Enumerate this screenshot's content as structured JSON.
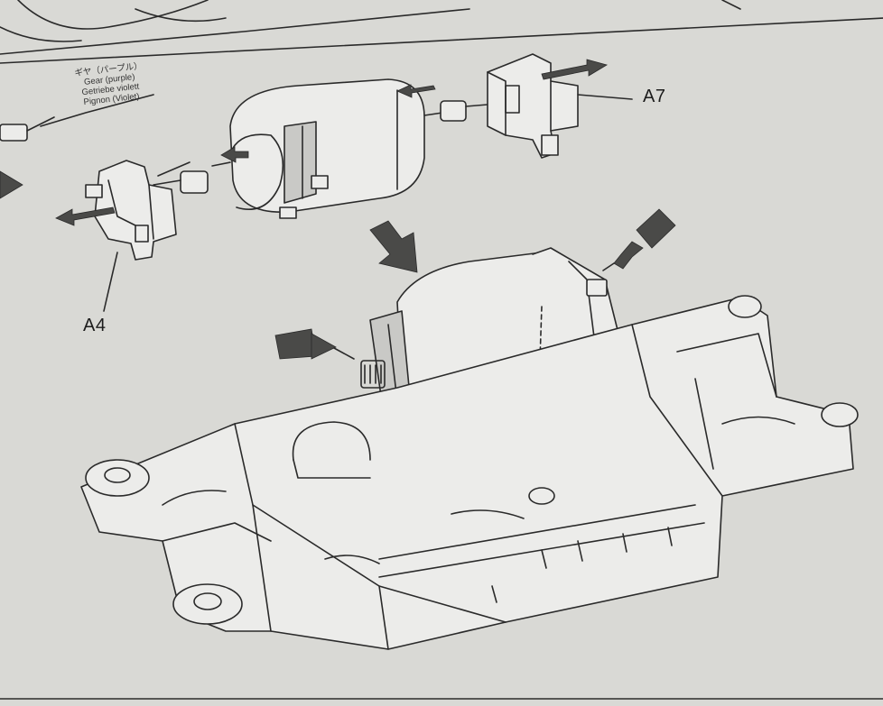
{
  "labels": {
    "a7": "A7",
    "a4": "A4"
  },
  "gear_note": {
    "line1": "ギヤ（パープル）",
    "line2": "Gear (purple)",
    "line3": "Getriebe violett",
    "line4": "Pignon (Violet)"
  },
  "colors": {
    "paper": "#d9d9d5",
    "ink": "#2a2a2a",
    "arrow_fill": "#4a4a48"
  }
}
